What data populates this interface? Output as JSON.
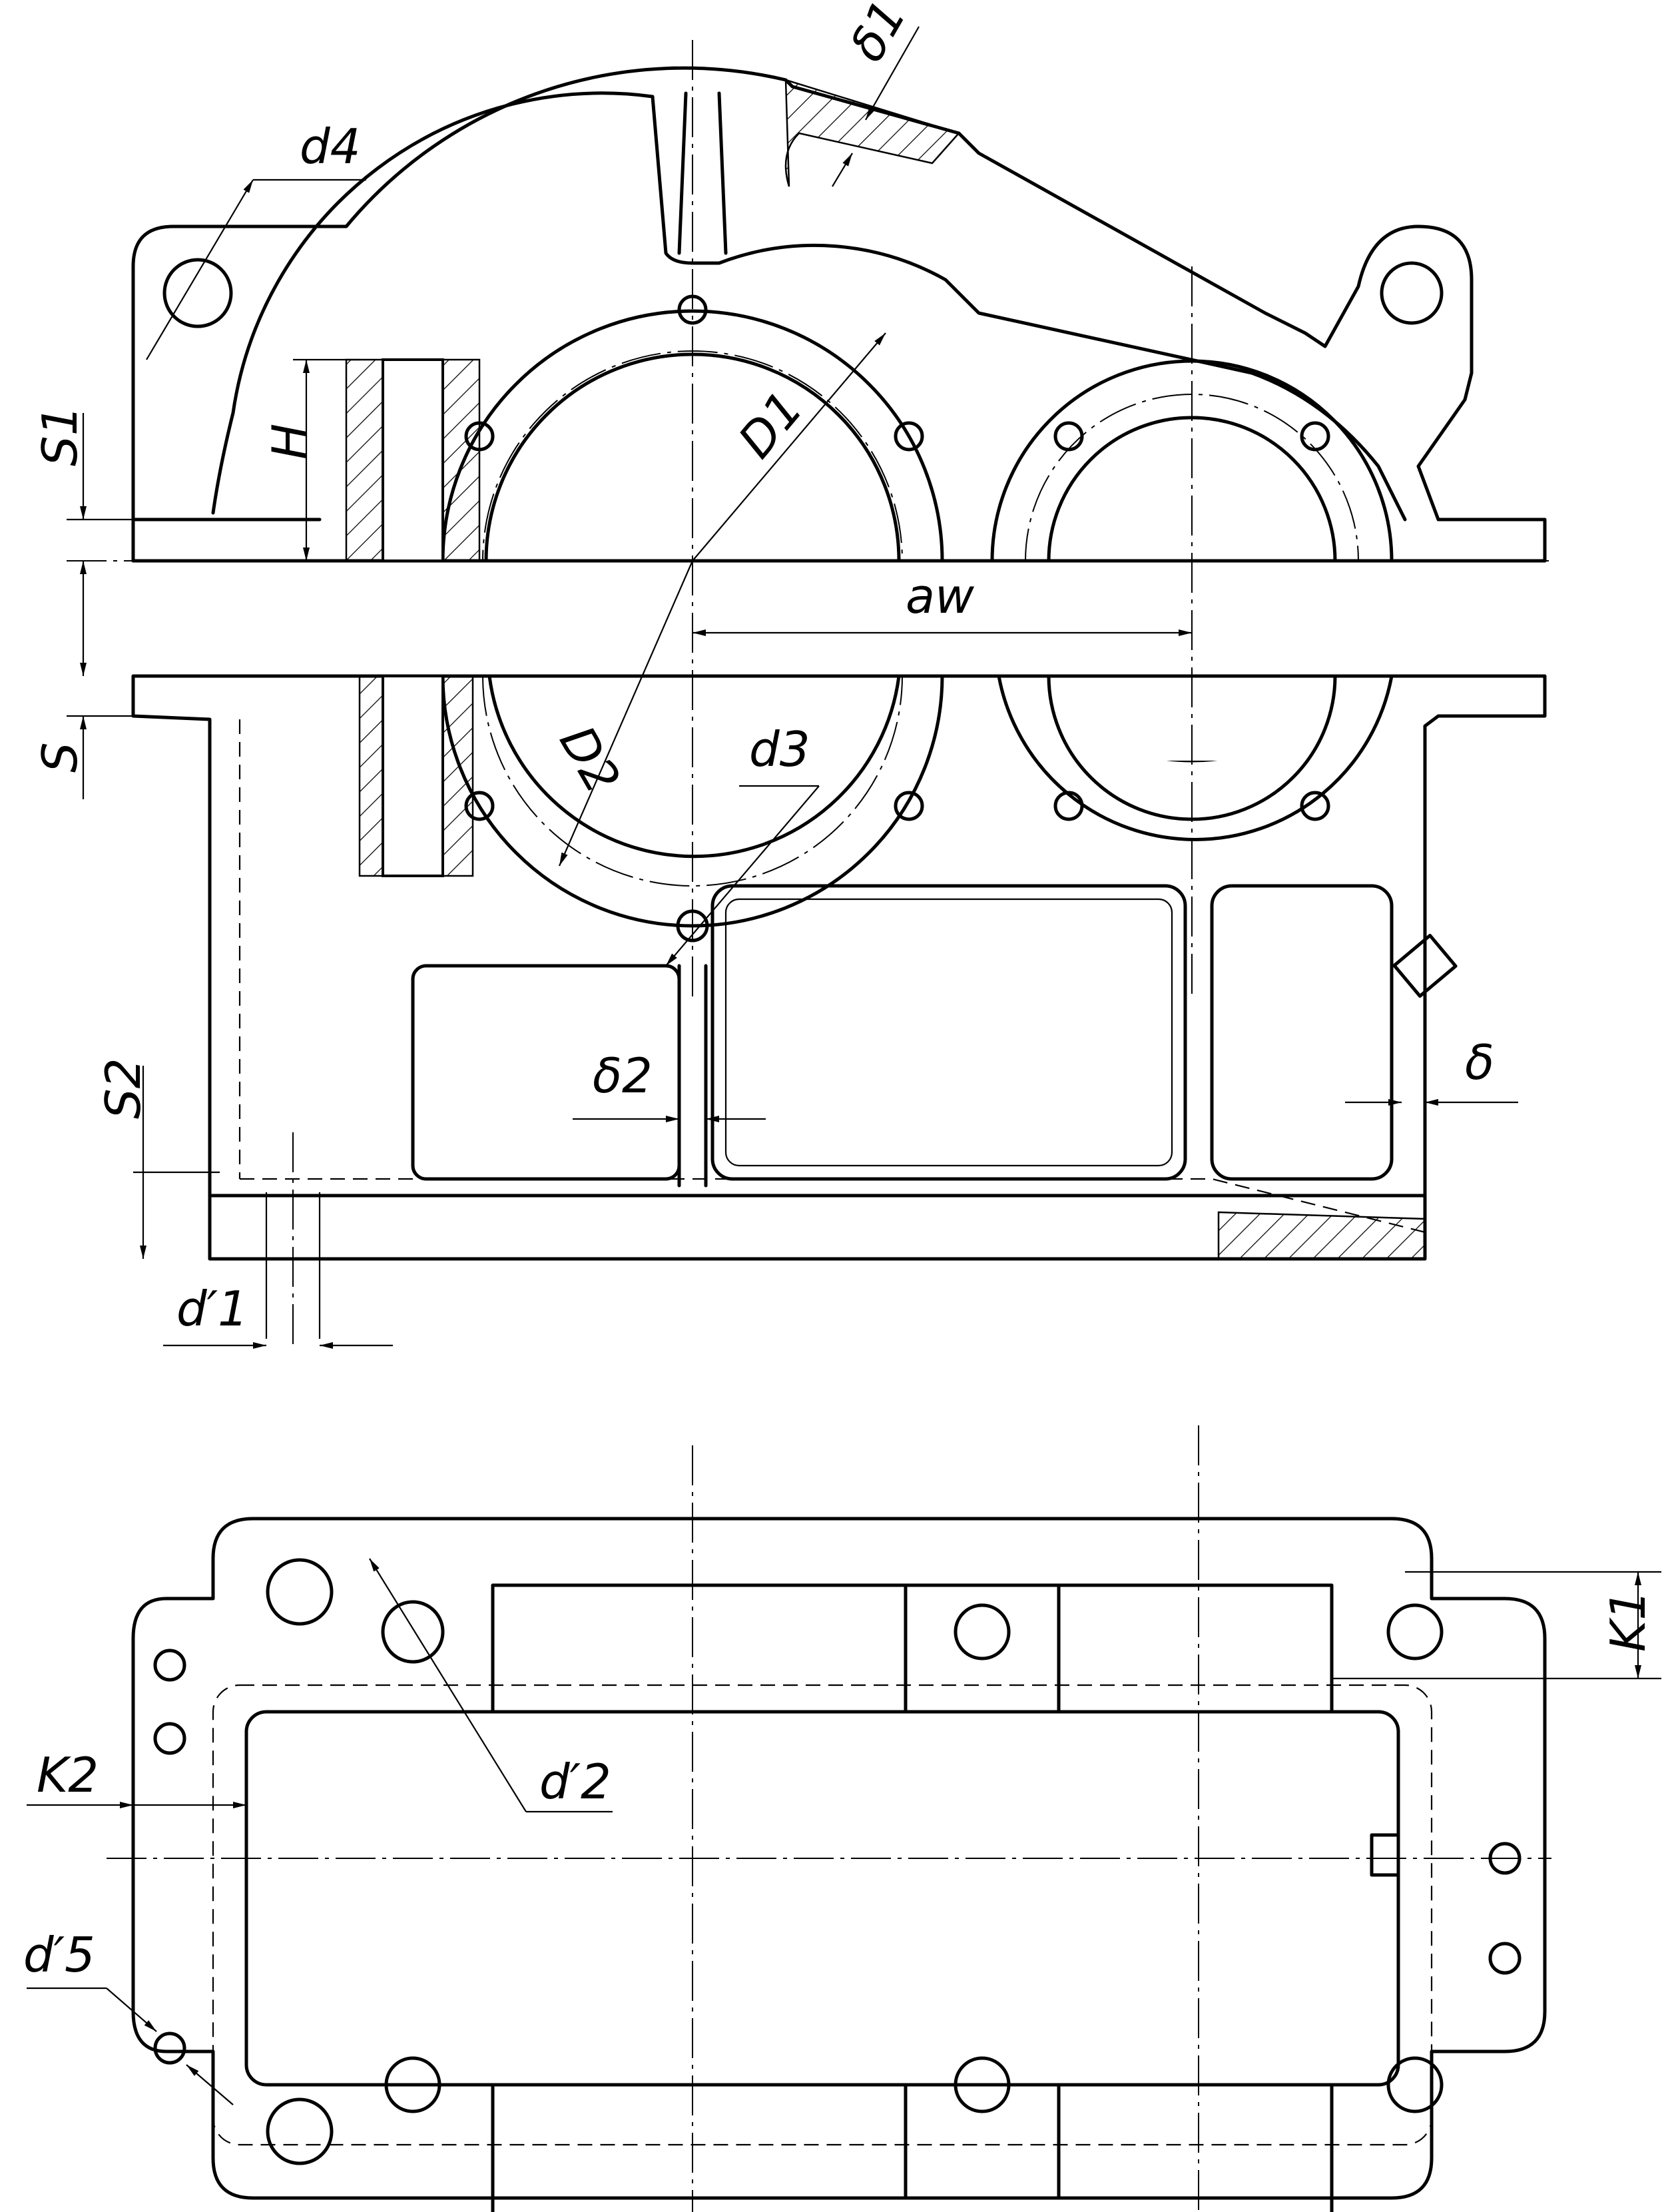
{
  "labels": {
    "delta1": "δ1",
    "d4": "d4",
    "S1": "S1",
    "H": "H",
    "D1": "D1",
    "aw": "aw",
    "S": "S",
    "D2": "D2",
    "d3": "d3",
    "delta2": "δ2",
    "delta": "δ",
    "S2": "S2",
    "d1_prime": "d′1",
    "K1": "K1",
    "K2": "K2",
    "d2_prime": "d′2",
    "d5_prime": "d′5"
  },
  "colors": {
    "line": "#000000",
    "background": "#ffffff"
  }
}
